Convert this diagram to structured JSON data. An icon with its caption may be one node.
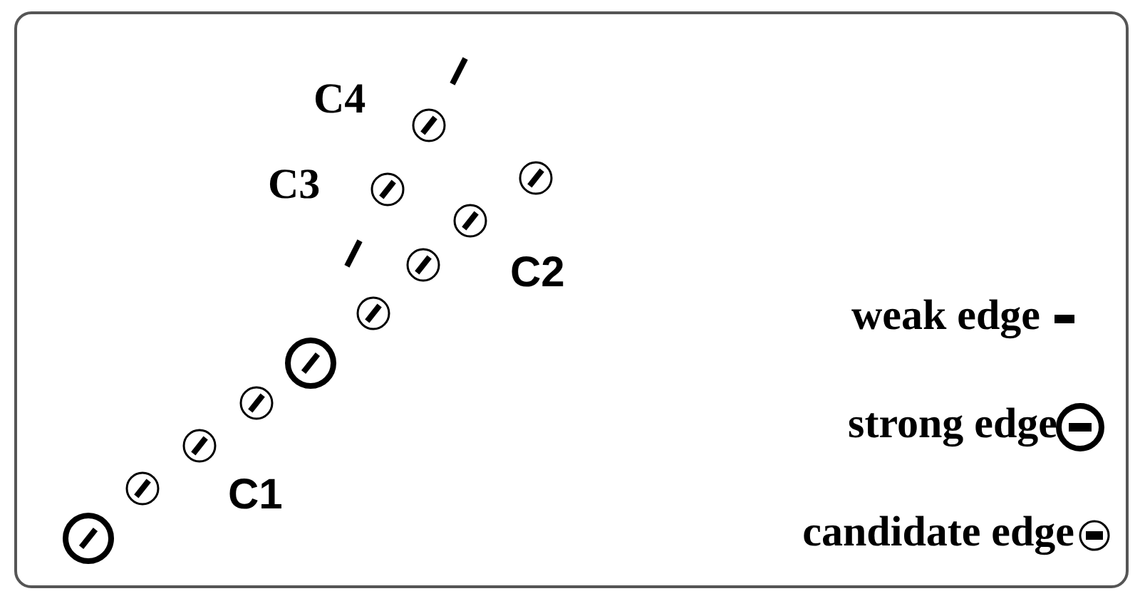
{
  "diagram": {
    "labels": [
      "C4",
      "C3",
      "C2",
      "C1"
    ],
    "legend": [
      {
        "text": "weak edge"
      },
      {
        "text": "strong edge"
      },
      {
        "text": "candidate edge"
      }
    ]
  }
}
